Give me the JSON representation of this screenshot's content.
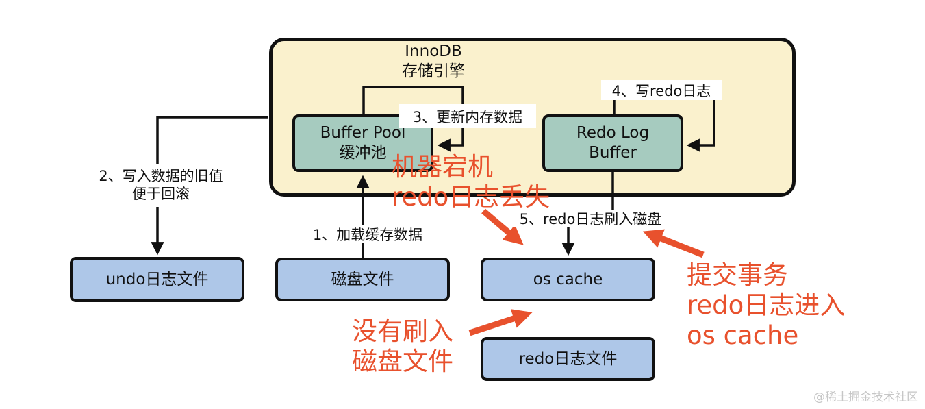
{
  "colors": {
    "container-fill": "#FAF1CD",
    "green-fill": "#A6CBBF",
    "blue-fill": "#AEC7E8",
    "line-color": "#111111",
    "red": "#E8512D",
    "watermark": "#C6C6C6"
  },
  "innodb": {
    "title_line1": "InnoDB",
    "title_line2": "存储引擎"
  },
  "nodes": {
    "buffer_pool": {
      "line1": "Buffer Pool",
      "line2": "缓冲池"
    },
    "redo_log_buffer": {
      "line1": "Redo Log",
      "line2": "Buffer"
    },
    "undo_file": {
      "label": "undo日志文件"
    },
    "disk_file": {
      "label": "磁盘文件"
    },
    "os_cache": {
      "label": "os cache"
    },
    "redo_file": {
      "label": "redo日志文件"
    }
  },
  "steps": {
    "step1": {
      "label": "1、加载缓存数据"
    },
    "step2": {
      "line1": "2、写入数据的旧值",
      "line2": "便于回滚"
    },
    "step3": {
      "label": "3、更新内存数据"
    },
    "step4": {
      "label": "4、写redo日志"
    },
    "step5": {
      "label": "5、redo日志刷入磁盘"
    }
  },
  "annotations": {
    "crash": {
      "line1": "机器宕机",
      "line2": "redo日志丢失"
    },
    "not_flushed": {
      "line1": "没有刷入",
      "line2": "磁盘文件"
    },
    "commit": {
      "line1": "提交事务",
      "line2": "redo日志进入",
      "line3": "os cache"
    }
  },
  "watermark": "@稀土掘金技术社区"
}
